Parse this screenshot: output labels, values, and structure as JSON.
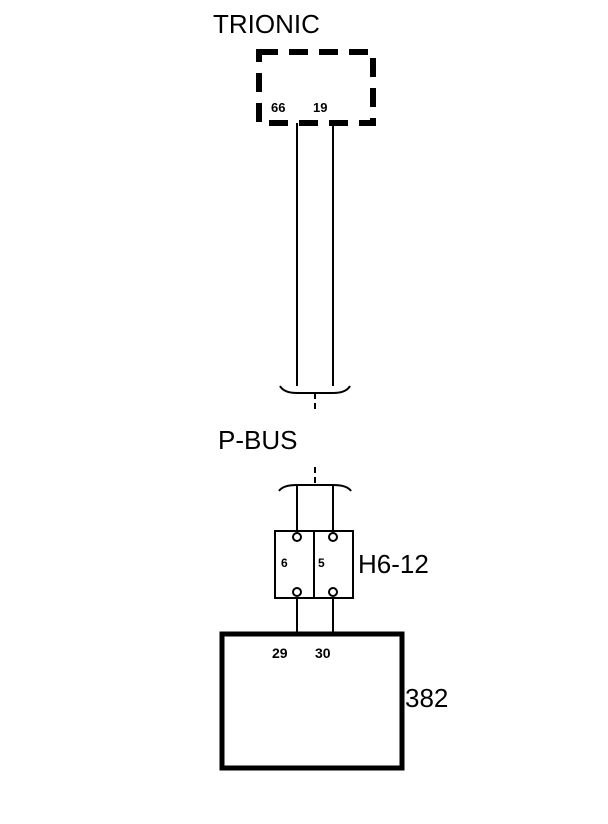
{
  "diagram": {
    "ecu": {
      "label": "TRIONIC",
      "pins": [
        "66",
        "19"
      ]
    },
    "bus": {
      "label": "P-BUS"
    },
    "connector": {
      "label": "H6-12",
      "pins": [
        "6",
        "5"
      ]
    },
    "module": {
      "label": "382",
      "pins": [
        "29",
        "30"
      ]
    }
  },
  "colors": {
    "line": "#000000",
    "background": "#ffffff"
  }
}
